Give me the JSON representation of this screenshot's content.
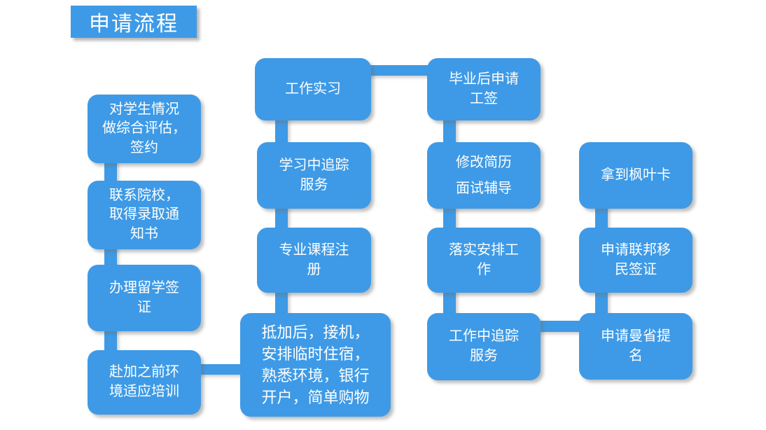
{
  "colors": {
    "accent": "#3E9AE6",
    "text": "#FFFFFF",
    "background": "#FFFFFF"
  },
  "title": {
    "label": "申请流程"
  },
  "nodes": {
    "evaluation_signing": {
      "label": "对学生情况\n做综合评估，\n签约"
    },
    "contact_school_admission": {
      "label": "联系院校，\n取得录取通\n知书"
    },
    "study_visa": {
      "label": "办理留学签\n证"
    },
    "pre_departure_training": {
      "label": "赴加之前环\n境适应培训"
    },
    "work_internship": {
      "label": "工作实习"
    },
    "study_tracking_service": {
      "label": "学习中追踪\n服务"
    },
    "course_registration": {
      "label": "专业课程注\n册"
    },
    "arrival_services": {
      "label": "抵加后，接机，\n安排临时住宿，\n熟悉环境，银行\n开户，简单购物"
    },
    "post_grad_work_permit": {
      "label": "毕业后申请\n工签"
    },
    "resume_interview_coaching": {
      "label": "修改简历\n面试辅导"
    },
    "job_placement": {
      "label": "落实安排工\n作"
    },
    "work_tracking_service": {
      "label": "工作中追踪\n服务"
    },
    "maple_leaf_card": {
      "label": "拿到枫叶卡"
    },
    "federal_immigration_visa": {
      "label": "申请联邦移\n民签证"
    },
    "manitoba_nomination": {
      "label": "申请曼省提\n名"
    }
  }
}
